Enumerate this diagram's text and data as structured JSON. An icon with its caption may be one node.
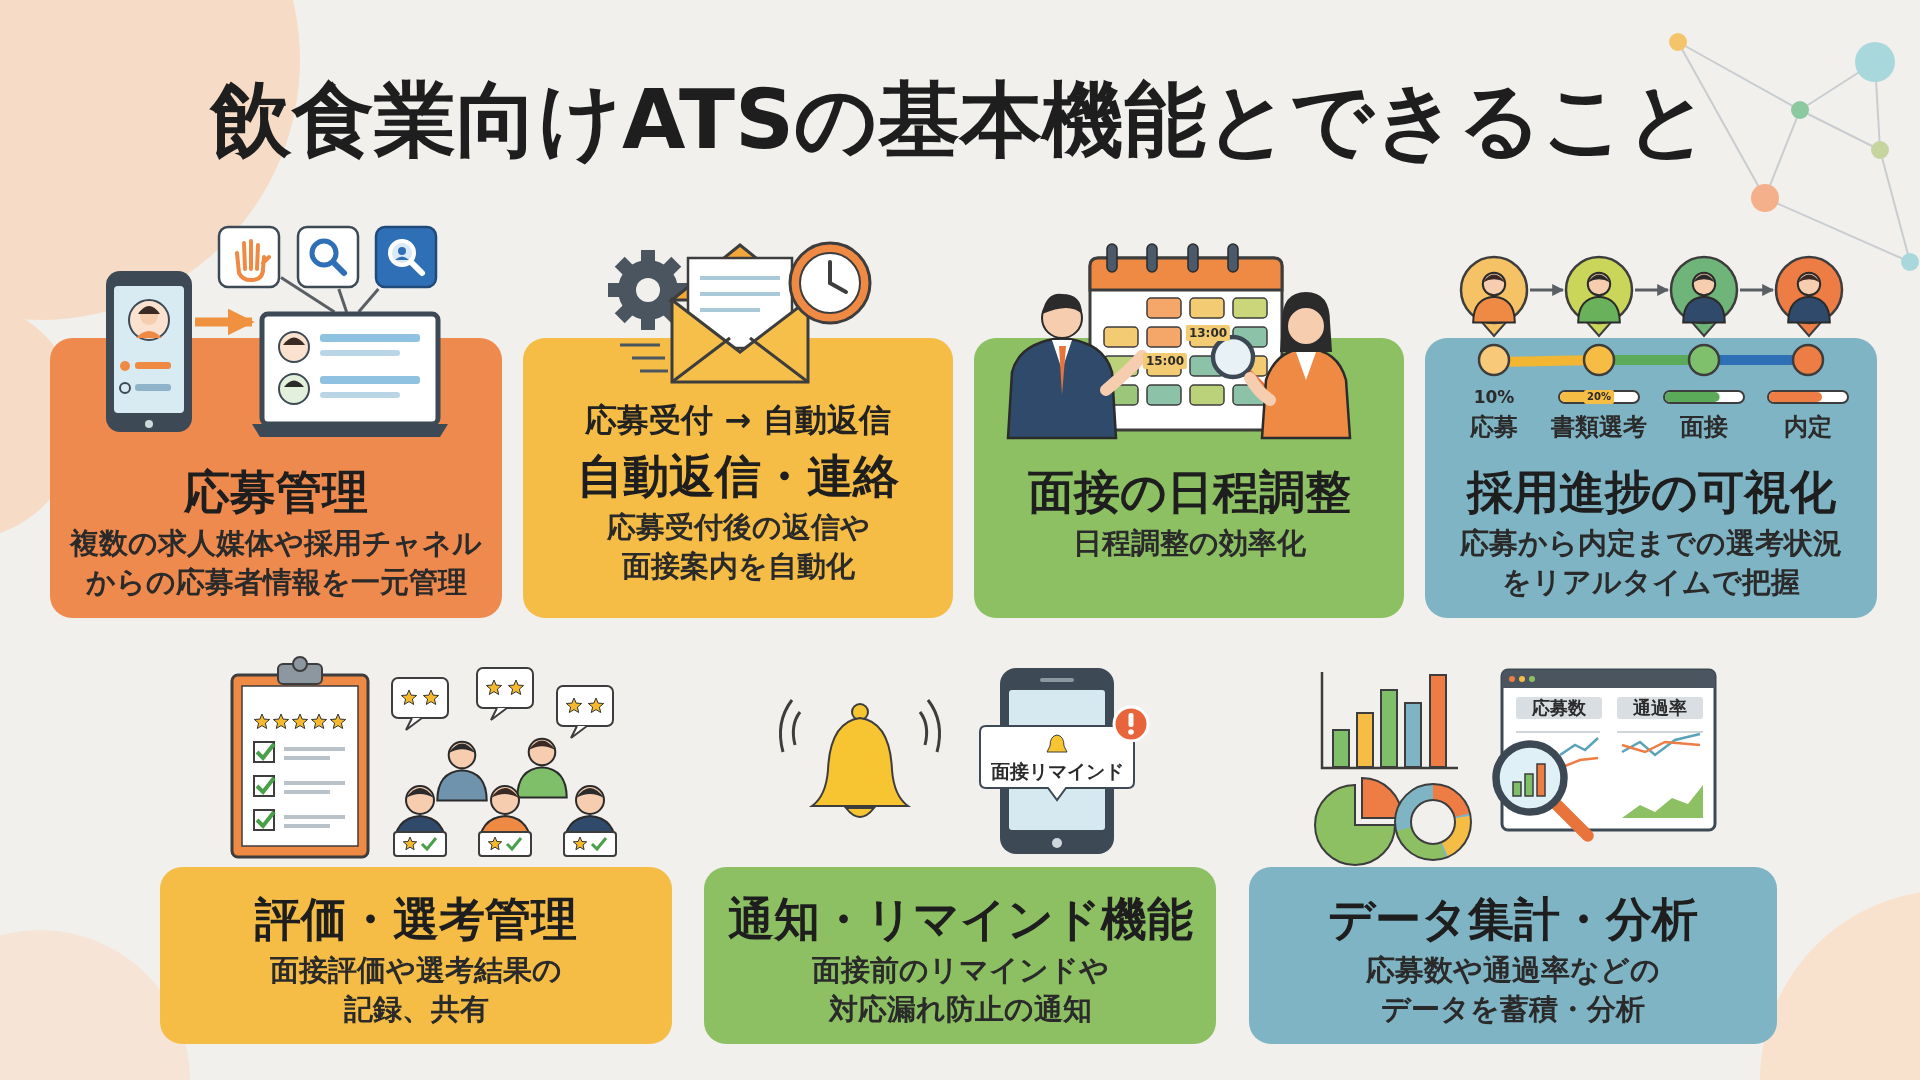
{
  "diagram": {
    "title": "飲食業向けATSの基本機能とできること",
    "nodes": [
      {
        "text": [
          "応募管理",
          "複数の求人媒体や採用チャネルからの応募者情報を一元管理"
        ]
      },
      {
        "text": [
          "応募受付 → 自動返信",
          "自動返信・連絡",
          "応募受付後の返信や面接案内を自動化"
        ]
      },
      {
        "text": [
          "面接の日程調整",
          "日程調整の効率化"
        ]
      },
      {
        "text": [
          "採用進捗の可視化",
          "応募から内定までの選考状況をリアルタイムで把握"
        ]
      },
      {
        "text": [
          "評価・選考管理",
          "面接評価や選考結果の記録、共有"
        ]
      },
      {
        "text": [
          "通知・リマインド機能",
          "面接前のリマインドや対応漏れ防止の通知"
        ]
      },
      {
        "text": [
          "データ集計・分析",
          "応募数や通過率などのデータを蓄積・分析"
        ]
      },
      {
        "text": [],
        "shape": "picture"
      },
      {
        "text": [],
        "shape": "picture"
      },
      {
        "text": [],
        "shape": "picture"
      },
      {
        "text": [],
        "shape": "picture"
      },
      {
        "text": [],
        "shape": "picture"
      },
      {
        "text": [],
        "shape": "picture"
      },
      {
        "text": [],
        "shape": "picture"
      },
      {
        "text": [],
        "shape": "picture"
      },
      {
        "text": [],
        "shape": "picture"
      }
    ],
    "edges": [
      {
        "from": 7,
        "to": 8,
        "arrow": "to",
        "style": "thick",
        "color": "#f0913f"
      },
      {
        "from": 9,
        "to": 8,
        "arrow": "none"
      },
      {
        "from": 10,
        "to": 8,
        "arrow": "none"
      },
      {
        "from": 11,
        "to": 8,
        "arrow": "none"
      },
      {
        "from": 12,
        "to": 13,
        "arrow": "to"
      },
      {
        "from": 13,
        "to": 14,
        "arrow": "to"
      },
      {
        "from": 14,
        "to": 15,
        "arrow": "to"
      }
    ],
    "labels": [
      "13:00",
      "15:00",
      "10%",
      "20%",
      "応募",
      "書類選考",
      "面接",
      "内定",
      "面接リマインド",
      "応募数",
      "通過率"
    ]
  }
}
